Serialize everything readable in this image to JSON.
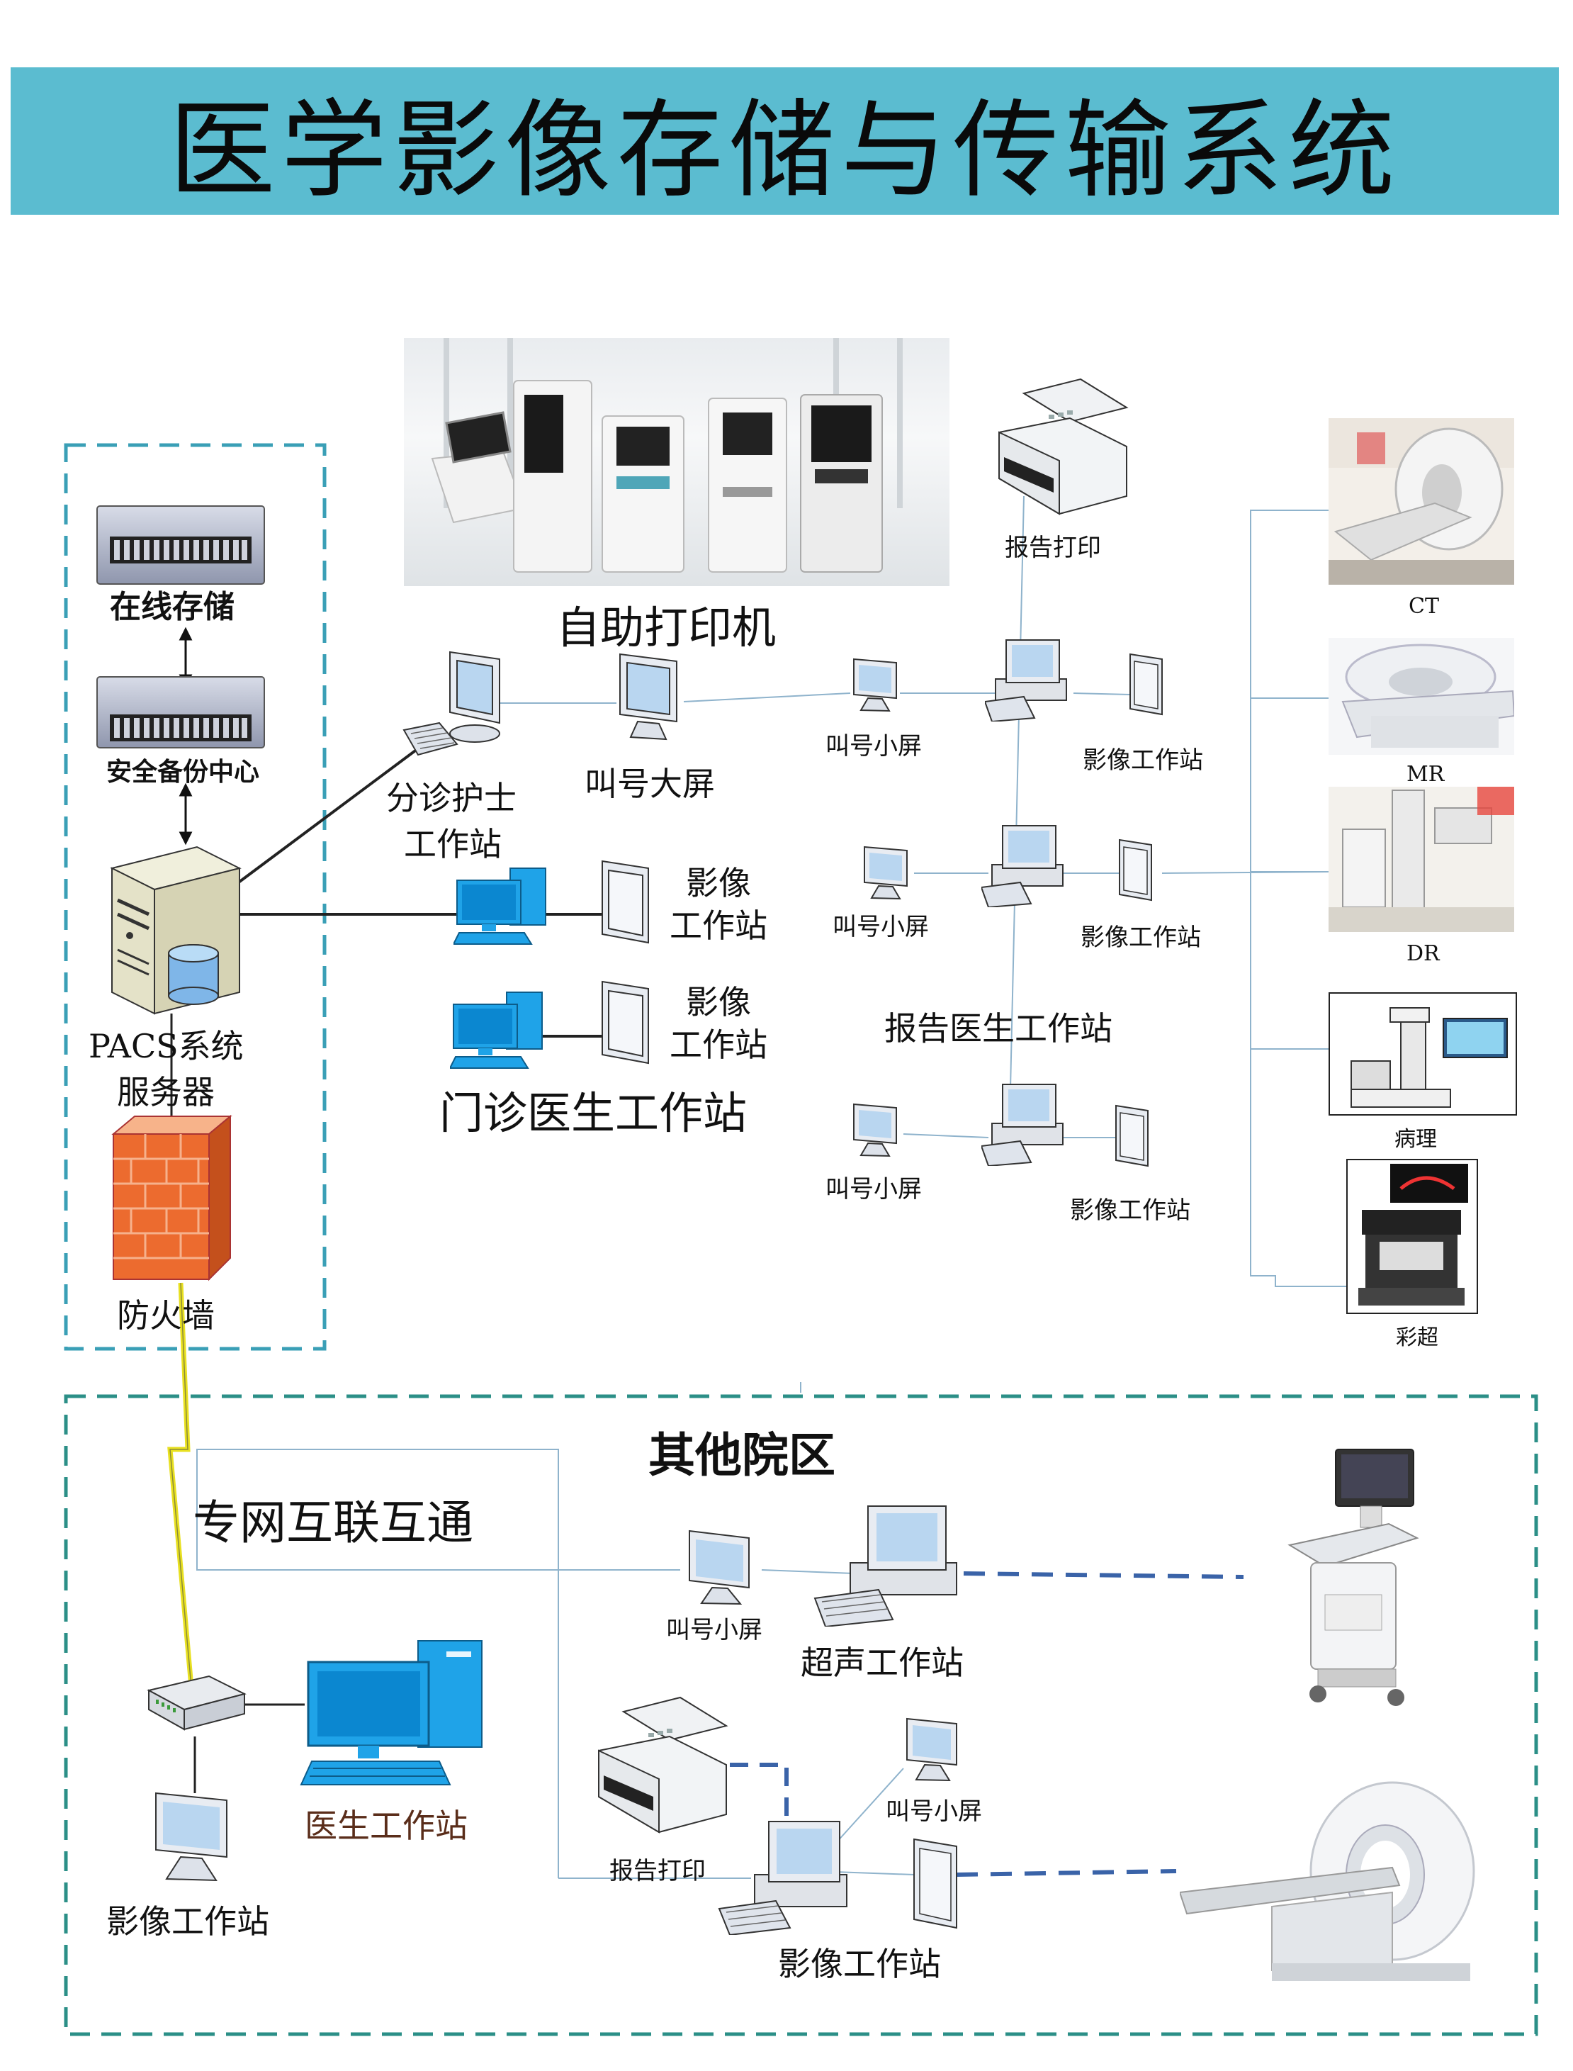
{
  "title": "医学影像存储与传输系统",
  "left_zone": {
    "online_storage": "在线存储",
    "backup_center": "安全备份中心",
    "pacs_server_line1": "PACS系统",
    "pacs_server_line2": "服务器",
    "firewall": "防火墙"
  },
  "center": {
    "self_print_kiosk": "自助打印机",
    "triage_nurse_line1": "分诊护士",
    "triage_nurse_line2": "工作站",
    "call_big_screen": "叫号大屏",
    "imaging_ws_line1": "影像",
    "imaging_ws_line2": "工作站",
    "outpatient_doctor_ws": "门诊医生工作站"
  },
  "report_area": {
    "report_print": "报告打印",
    "call_small_screen": "叫号小屏",
    "imaging_ws": "影像工作站",
    "report_doctor_ws": "报告医生工作站"
  },
  "modalities": [
    "CT",
    "MR",
    "DR",
    "病理",
    "彩超"
  ],
  "other_campus": {
    "title": "其他院区",
    "private_network": "专网互联互通",
    "call_small_screen": "叫号小屏",
    "ultrasound_ws": "超声工作站",
    "report_print": "报告打印",
    "imaging_ws": "影像工作站",
    "doctor_ws": "医生工作站"
  },
  "colors": {
    "title_bar": "#5bbcd0",
    "dashed_border": "#3a9fb6",
    "other_border": "#2b8f87",
    "link_dash": "#3a63a8",
    "computer_blue": "#1fa3e8",
    "line": "#222222",
    "light_line": "#8fb3cc"
  }
}
